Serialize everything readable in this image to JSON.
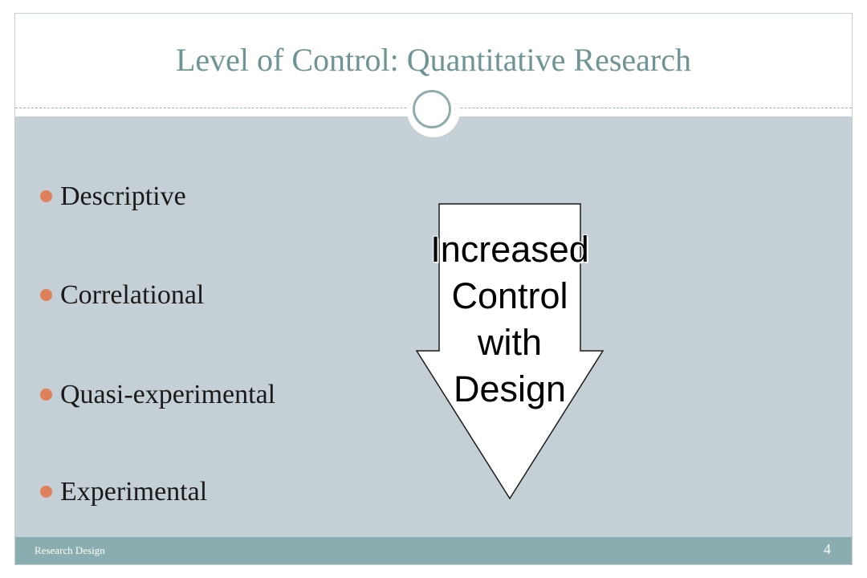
{
  "slide": {
    "title": "Level of Control: Quantitative Research",
    "bullets": [
      "Descriptive",
      "Correlational",
      "Quasi-experimental",
      "Experimental"
    ],
    "arrow_text": [
      "Increased",
      "Control",
      "with",
      "Design"
    ],
    "footer_left": "Research Design",
    "page_number": "4"
  },
  "colors": {
    "title": "#6f9494",
    "content_background": "#c4d0d6",
    "footer_background": "#8aaeaf",
    "bullet_marker": "#e0805a"
  },
  "icons": [
    "circle-ornament-icon",
    "down-arrow-icon",
    "bullet-dot-icon"
  ]
}
